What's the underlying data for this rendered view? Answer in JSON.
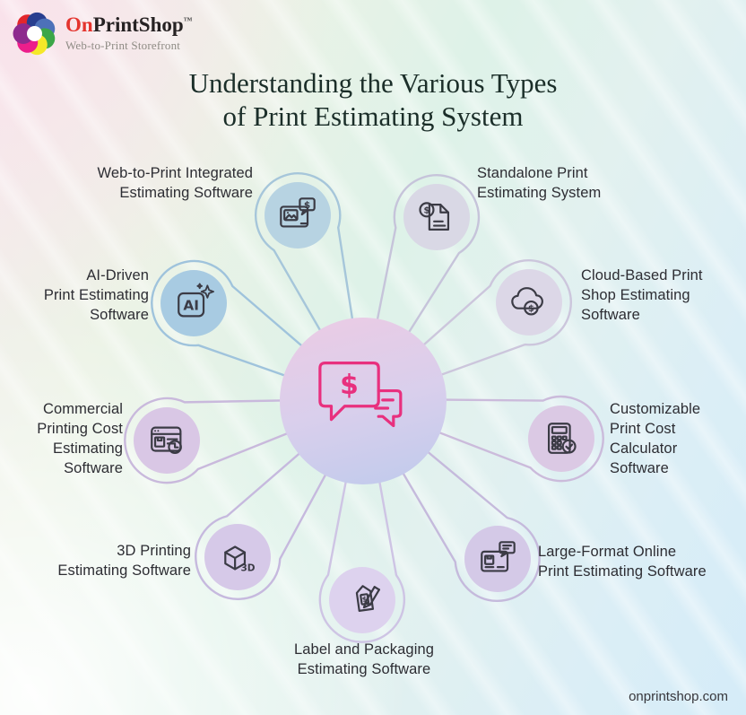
{
  "brand": {
    "logo_icon": "flower-logo-icon",
    "name_red": "On",
    "name_dark": "PrintShop",
    "trademark": "™",
    "tagline": "Web-to-Print Storefront",
    "petal_colors": [
      "#e3262c",
      "#283e8f",
      "#4d71b9",
      "#3ba648",
      "#f5e829",
      "#ec1e8b",
      "#8e2a8e"
    ]
  },
  "title": "Understanding the Various Types\nof Print Estimating System",
  "hub": {
    "icon": "price-chat-icon",
    "accent_color": "#e8307e"
  },
  "satellites": [
    {
      "id": "web-to-print",
      "label": "Web-to-Print Integrated\nEstimating Software",
      "icon": "web-card-dollar-icon",
      "circle_color": "#b7d3e2",
      "ring_color": "#a6c6da"
    },
    {
      "id": "standalone",
      "label": "Standalone Print\nEstimating System",
      "icon": "document-dollar-icon",
      "circle_color": "#d9d8e5",
      "ring_color": "#c6c4da"
    },
    {
      "id": "ai-driven",
      "label": "AI-Driven\nPrint Estimating\nSoftware",
      "icon": "ai-sparkle-icon",
      "circle_color": "#a8cbe2",
      "ring_color": "#9fc3dc"
    },
    {
      "id": "cloud-based",
      "label": "Cloud-Based Print\nShop Estimating\nSoftware",
      "icon": "cloud-dollar-icon",
      "circle_color": "#dcd7e7",
      "ring_color": "#ccc6dc"
    },
    {
      "id": "commercial",
      "label": "Commercial\nPrinting Cost\nEstimating\nSoftware",
      "icon": "browser-package-clock-icon",
      "circle_color": "#d9c7e5",
      "ring_color": "#c9b9dc"
    },
    {
      "id": "customizable",
      "label": "Customizable\nPrint Cost\nCalculator\nSoftware",
      "icon": "calculator-check-icon",
      "circle_color": "#dbc9e4",
      "ring_color": "#cbbbdb"
    },
    {
      "id": "3d-printing",
      "label": "3D Printing\nEstimating Software",
      "icon": "cube-3d-icon",
      "circle_color": "#d6c9e8",
      "ring_color": "#c6b9de"
    },
    {
      "id": "large-format",
      "label": "Large-Format Online\nPrint Estimating Software",
      "icon": "card-package-chat-icon",
      "circle_color": "#d4c9e7",
      "ring_color": "#c5badc"
    },
    {
      "id": "label-packaging",
      "label": "Label and Packaging\nEstimating Software",
      "icon": "tag-pencil-icon",
      "circle_color": "#ddd2ee",
      "ring_color": "#cec4e4"
    }
  ],
  "footer": {
    "website": "onprintshop.com"
  }
}
